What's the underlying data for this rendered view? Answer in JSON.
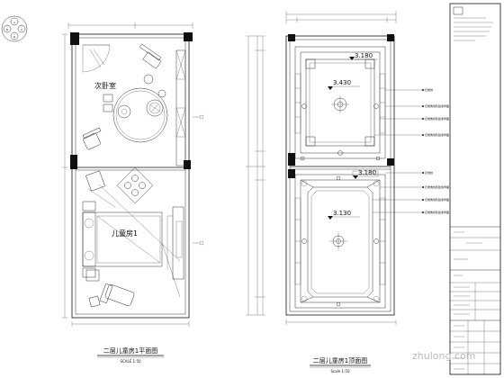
{
  "plan": {
    "room_top_label": "次卧室",
    "room_bottom_label": "儿童房1",
    "title": "二层儿童房1平面图",
    "scale": "SCALE 1:50",
    "compass": [
      "A",
      "B",
      "C",
      "D"
    ]
  },
  "ceiling": {
    "level_top_1": "3.180",
    "level_top_2": "3.430",
    "level_bottom_1": "3.180",
    "level_bottom_2": "3.130",
    "title": "二层儿童房1顶面图",
    "scale": "Scale 1:50",
    "callouts": [
      "石膏线",
      "石膏角线乳胶漆饰面",
      "石膏角线乳胶漆饰面",
      "石膏角线乳胶漆饰面",
      "石膏线",
      "石膏角线乳胶漆饰面",
      "石膏角线乳胶漆饰面",
      "石膏角线乳胶漆饰面"
    ]
  },
  "title_block": {
    "watermark": "zhulong.com"
  },
  "colors": {
    "line": "#111111",
    "watermark": "#bbbbbb"
  }
}
